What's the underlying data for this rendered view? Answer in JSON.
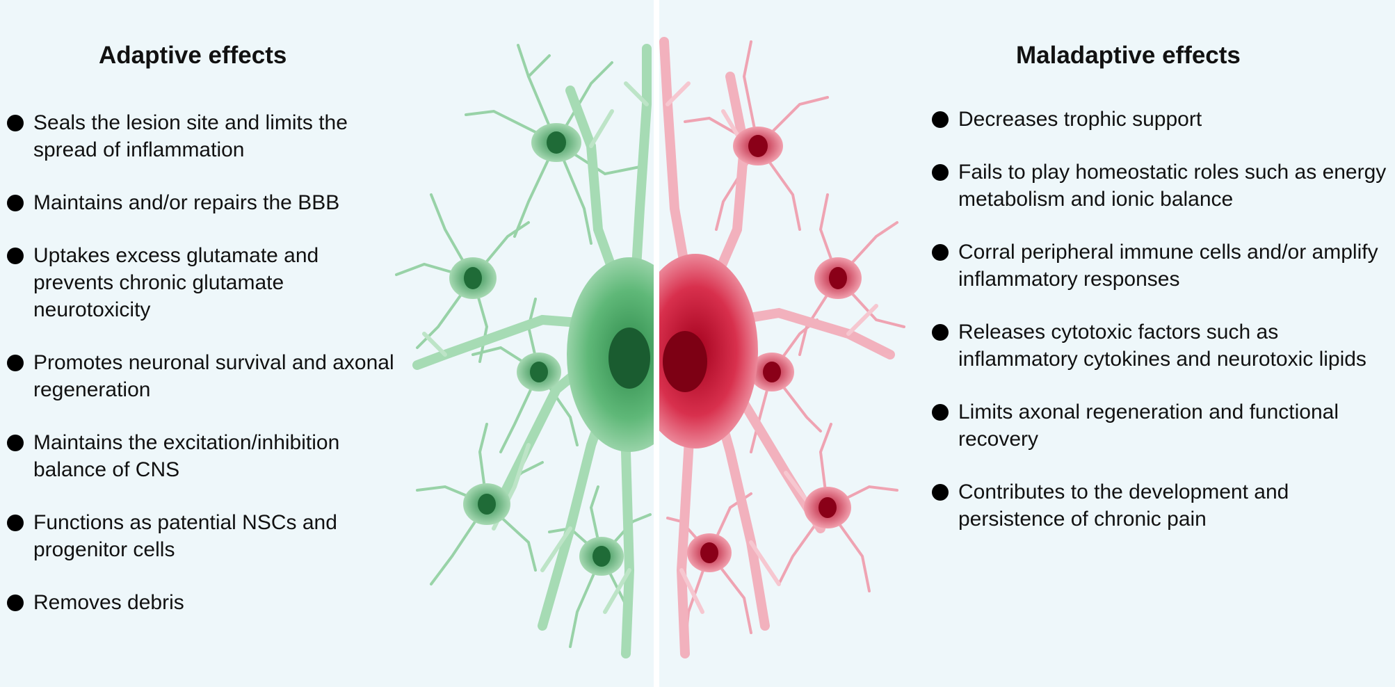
{
  "colors": {
    "background": "#eef7fa",
    "adaptive_cell": "#4fae6a",
    "maladaptive_cell": "#d8304d"
  },
  "adaptive": {
    "title": "Adaptive effects",
    "items": [
      "Seals the lesion site and limits the spread of inflammation",
      "Maintains and/or repairs the BBB",
      "Uptakes excess glutamate and prevents chronic glutamate neurotoxicity",
      "Promotes neuronal survival and axonal regeneration",
      "Maintains the excitation/inhibition balance of CNS",
      "Functions as patential NSCs and progenitor cells",
      "Removes debris"
    ]
  },
  "maladaptive": {
    "title": "Maladaptive effects",
    "items": [
      "Decreases trophic support",
      "Fails to play homeostatic roles such as energy metabolism and ionic balance",
      "Corral peripheral immune cells and/or amplify inflammatory responses",
      "Releases cytotoxic factors such as inflammatory cytokines and neurotoxic lipids",
      "Limits axonal regeneration and functional recovery",
      "Contributes to the development and persistence of chronic pain"
    ]
  },
  "icons": {
    "adaptive_illustration": "green-astrocyte-network",
    "maladaptive_illustration": "red-astrocyte-network",
    "bullet": "filled-circle"
  }
}
